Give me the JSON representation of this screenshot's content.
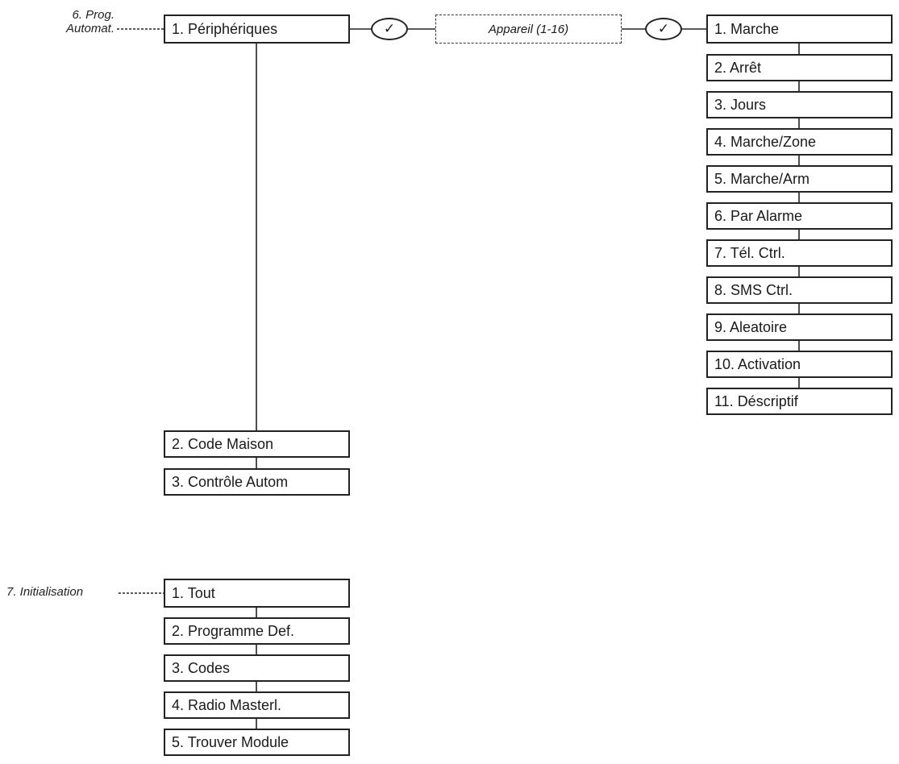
{
  "section6": {
    "label_line1": "6. Prog.",
    "label_line2": "Automat.",
    "main_items": [
      "1. Périphériques",
      "2. Code Maison",
      "3. Contrôle Autom"
    ],
    "device_label": "Appareil (1-16)",
    "check_symbol": "✓",
    "sub_items": [
      "1. Marche",
      "2. Arrêt",
      "3. Jours",
      "4. Marche/Zone",
      "5. Marche/Arm",
      "6. Par Alarme",
      "7. Tél. Ctrl.",
      "8. SMS Ctrl.",
      "9. Aleatoire",
      "10. Activation",
      "11. Déscriptif"
    ]
  },
  "section7": {
    "label": "7. Initialisation",
    "items": [
      "1. Tout",
      "2. Programme Def.",
      "3. Codes",
      "4. Radio Masterl.",
      "5. Trouver Module"
    ]
  }
}
